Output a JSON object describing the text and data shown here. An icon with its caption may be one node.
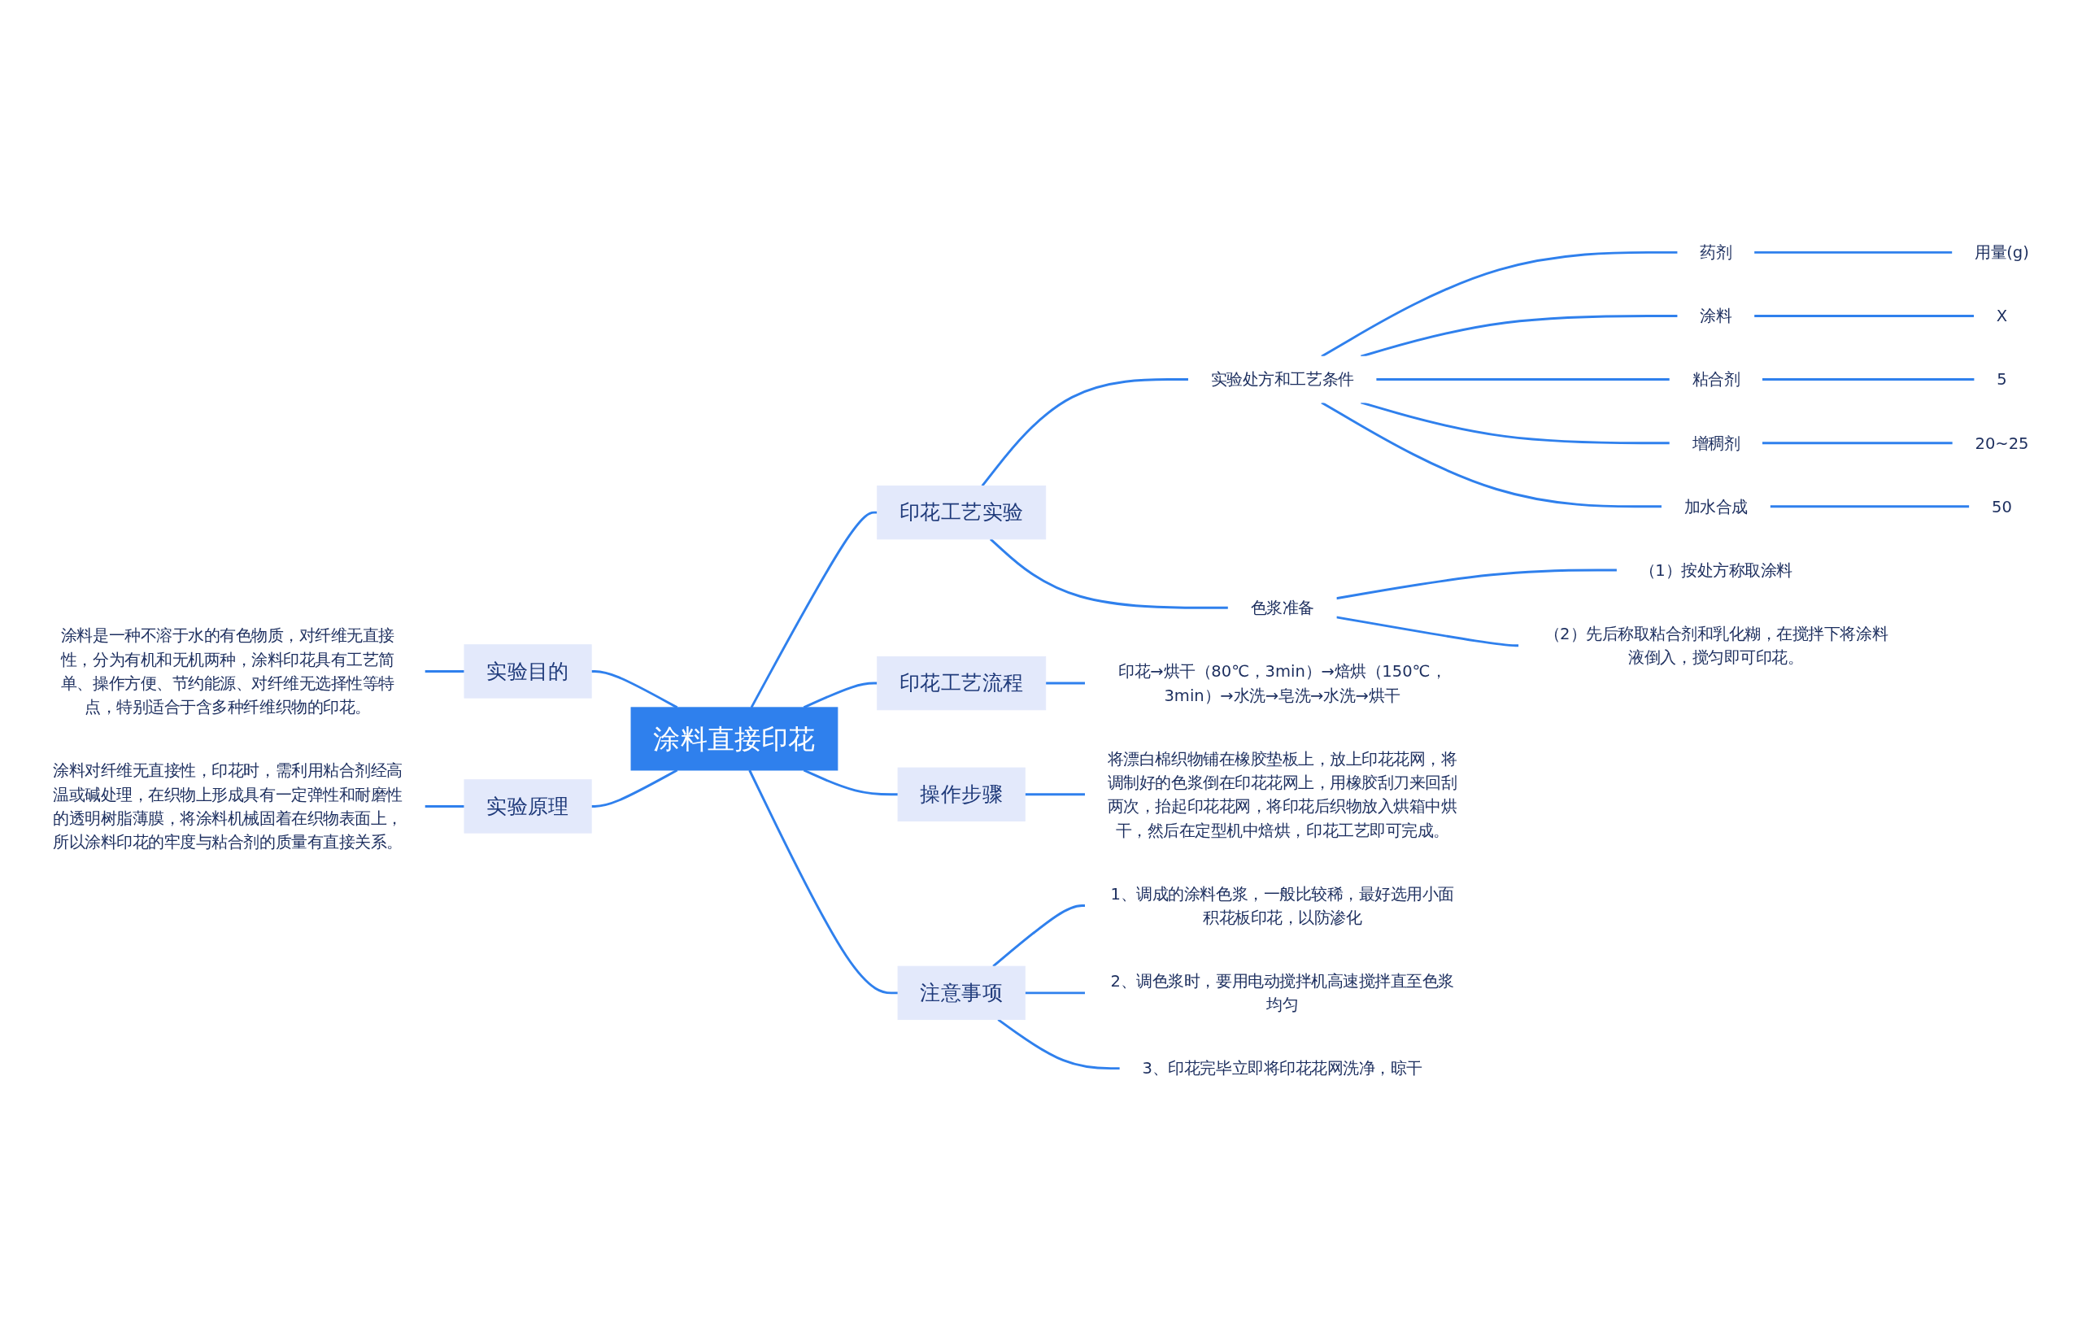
{
  "diagram": {
    "nodes": [
      {
        "text": [
          "涂料直接印花"
        ]
      },
      {
        "text": [
          "实验目的"
        ]
      },
      {
        "text": [
          "涂料是一种不溶于水的有色物质，对纤维无直接性，分为有机和无机两种，涂料印花具有工艺简单、操作方便、节约能源、对纤维无选择性等特点，特别适合于含多种纤维织物的印花。"
        ]
      },
      {
        "text": [
          "实验原理"
        ]
      },
      {
        "text": [
          "涂料对纤维无直接性，印花时，需利用粘合剂经高温或碱处理，在织物上形成具有一定弹性和耐磨性的透明树脂薄膜，将涂料机械固着在织物表面上，所以涂料印花的牢度与粘合剂的质量有直接关系。"
        ]
      },
      {
        "text": [
          "印花工艺实验"
        ]
      },
      {
        "text": [
          "实验处方和工艺条件"
        ]
      },
      {
        "text": [
          "药剂"
        ]
      },
      {
        "text": [
          "用量(g)"
        ]
      },
      {
        "text": [
          "涂料"
        ]
      },
      {
        "text": [
          "X"
        ]
      },
      {
        "text": [
          "粘合剂"
        ]
      },
      {
        "text": [
          "5"
        ]
      },
      {
        "text": [
          "增稠剂"
        ]
      },
      {
        "text": [
          "20~25"
        ]
      },
      {
        "text": [
          "加水合成"
        ]
      },
      {
        "text": [
          "50"
        ]
      },
      {
        "text": [
          "色浆准备"
        ]
      },
      {
        "text": [
          "（1）按处方称取涂料"
        ]
      },
      {
        "text": [
          "（2）先后称取粘合剂和乳化糊，在搅拌下将涂料液倒入，搅匀即可印花。"
        ]
      },
      {
        "text": [
          "印花工艺流程"
        ]
      },
      {
        "text": [
          "印花→烘干（80℃，3min）→焙烘（150℃，3min）→水洗→皂洗→水洗→烘干"
        ]
      },
      {
        "text": [
          "操作步骤"
        ]
      },
      {
        "text": [
          "将漂白棉织物铺在橡胶垫板上，放上印花花网，将调制好的色浆倒在印花花网上，用橡胶刮刀来回刮两次，抬起印花花网，将印花后织物放入烘箱中烘干，然后在定型机中焙烘，印花工艺即可完成。"
        ]
      },
      {
        "text": [
          "注意事项"
        ]
      },
      {
        "text": [
          "1、调成的涂料色浆，一般比较稀，最好选用小面积花板印花，以防渗化"
        ]
      },
      {
        "text": [
          "2、调色浆时，要用电动搅拌机高速搅拌直至色浆均匀"
        ]
      },
      {
        "text": [
          "3、印花完毕立即将印花花网洗净，晾干"
        ]
      }
    ],
    "edges": [
      {
        "from": 0,
        "to": 1,
        "arrow": "none"
      },
      {
        "from": 1,
        "to": 2,
        "arrow": "none"
      },
      {
        "from": 0,
        "to": 3,
        "arrow": "none"
      },
      {
        "from": 3,
        "to": 4,
        "arrow": "none"
      },
      {
        "from": 0,
        "to": 5,
        "arrow": "none"
      },
      {
        "from": 5,
        "to": 6,
        "arrow": "none"
      },
      {
        "from": 6,
        "to": 7,
        "arrow": "none"
      },
      {
        "from": 7,
        "to": 8,
        "arrow": "none"
      },
      {
        "from": 6,
        "to": 9,
        "arrow": "none"
      },
      {
        "from": 9,
        "to": 10,
        "arrow": "none"
      },
      {
        "from": 6,
        "to": 11,
        "arrow": "none"
      },
      {
        "from": 11,
        "to": 12,
        "arrow": "none"
      },
      {
        "from": 6,
        "to": 13,
        "arrow": "none"
      },
      {
        "from": 13,
        "to": 14,
        "arrow": "none"
      },
      {
        "from": 6,
        "to": 15,
        "arrow": "none"
      },
      {
        "from": 15,
        "to": 16,
        "arrow": "none"
      },
      {
        "from": 5,
        "to": 17,
        "arrow": "none"
      },
      {
        "from": 17,
        "to": 18,
        "arrow": "none"
      },
      {
        "from": 17,
        "to": 19,
        "arrow": "none"
      },
      {
        "from": 0,
        "to": 20,
        "arrow": "none"
      },
      {
        "from": 20,
        "to": 21,
        "arrow": "none"
      },
      {
        "from": 0,
        "to": 22,
        "arrow": "none"
      },
      {
        "from": 22,
        "to": 23,
        "arrow": "none"
      },
      {
        "from": 0,
        "to": 24,
        "arrow": "none"
      },
      {
        "from": 24,
        "to": 25,
        "arrow": "none"
      },
      {
        "from": 24,
        "to": 26,
        "arrow": "none"
      },
      {
        "from": 24,
        "to": 27,
        "arrow": "none"
      }
    ]
  }
}
